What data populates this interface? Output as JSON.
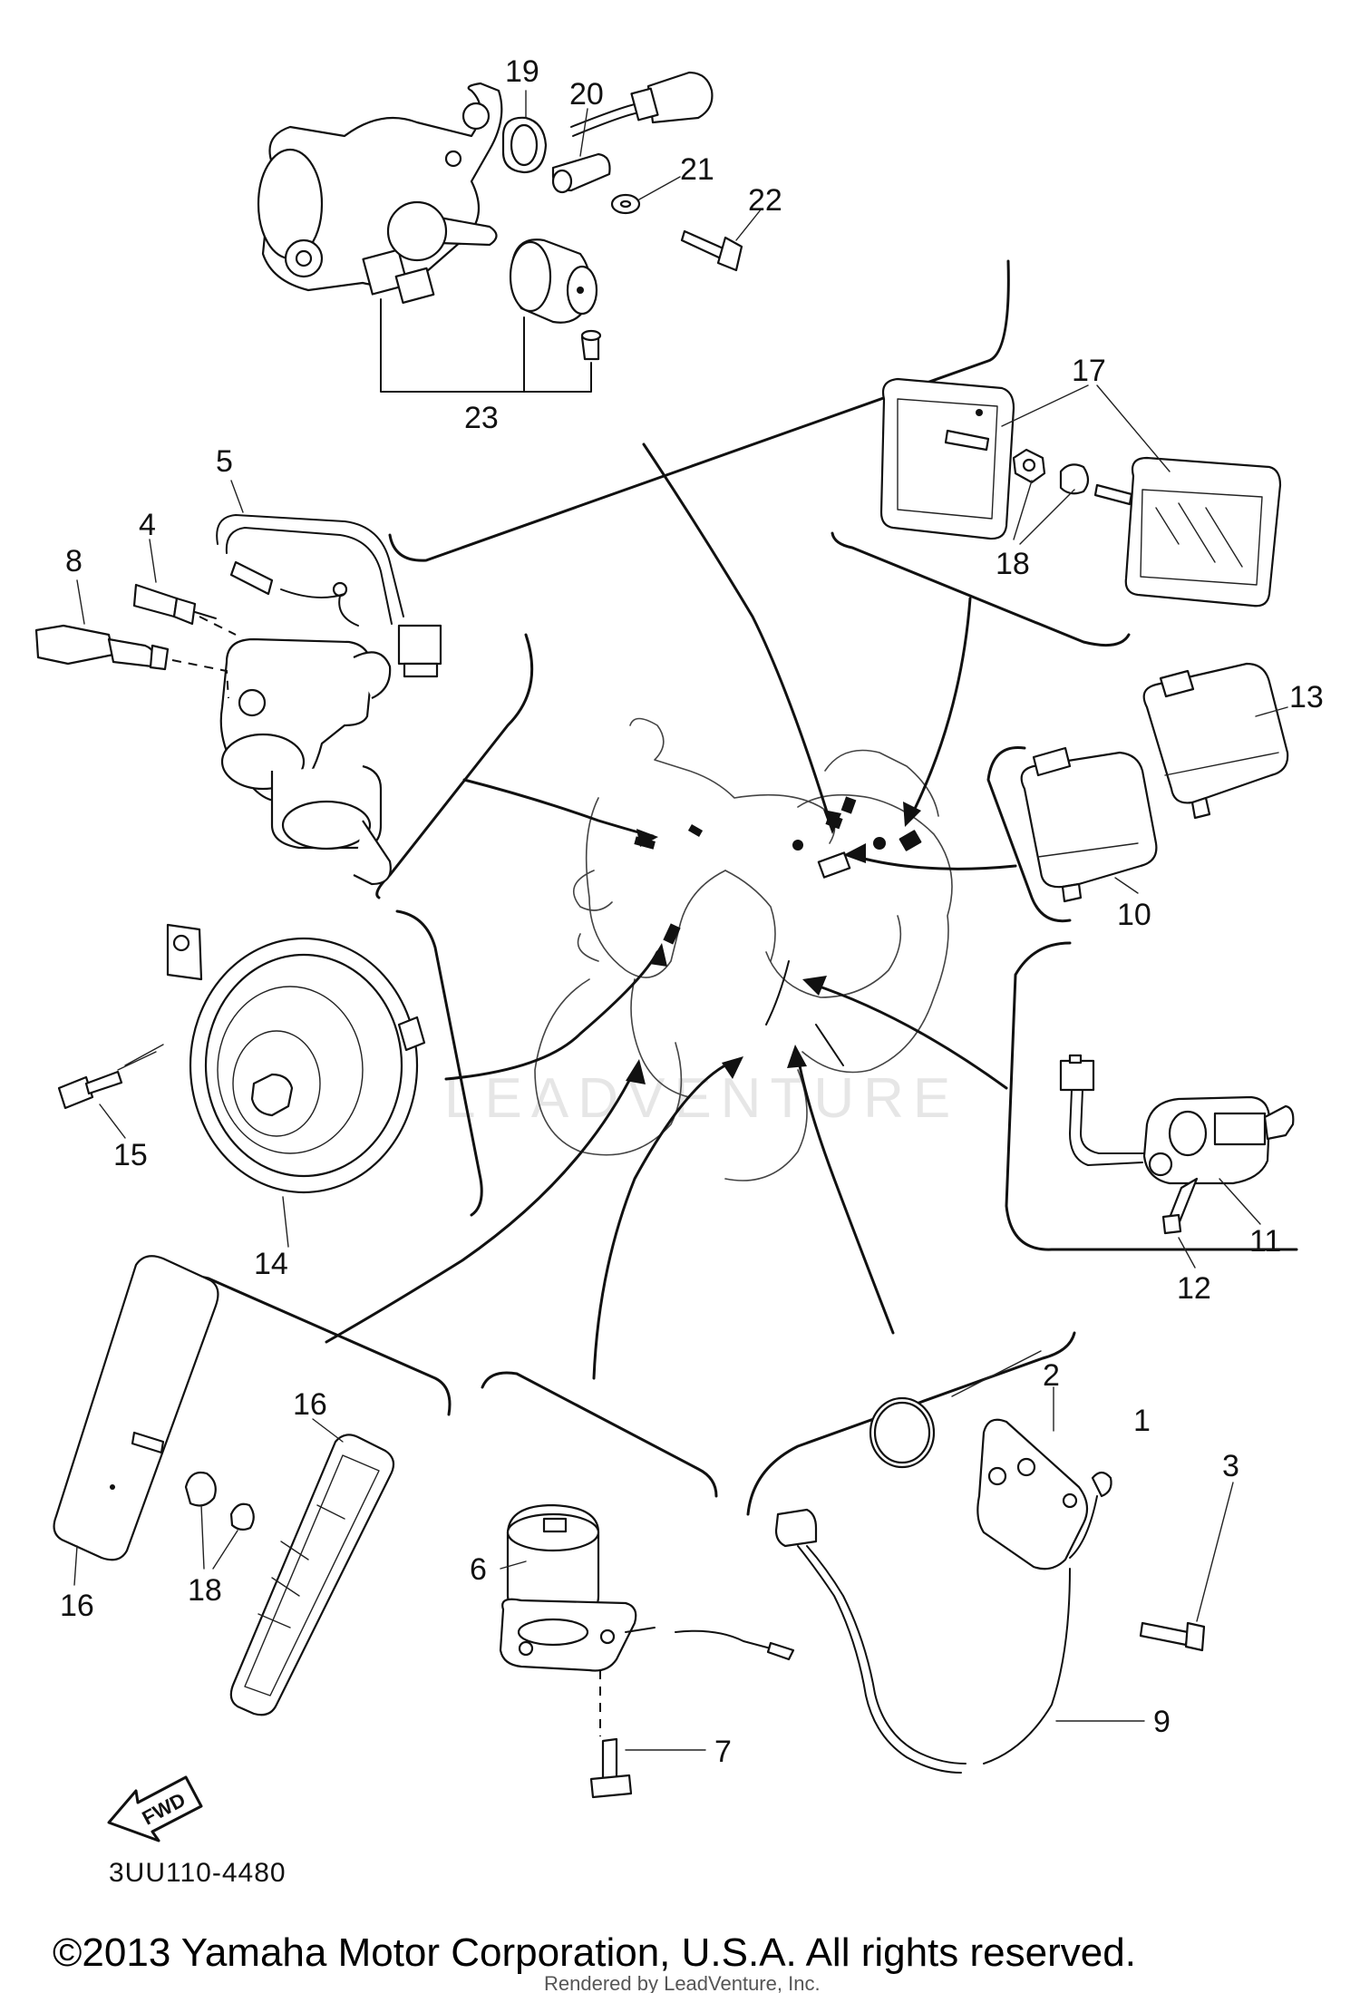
{
  "callouts": [
    "1",
    "2",
    "3",
    "4",
    "5",
    "6",
    "7",
    "8",
    "9",
    "10",
    "11",
    "12",
    "13",
    "14",
    "15",
    "16",
    "17",
    "18",
    "19",
    "20",
    "21",
    "22",
    "23"
  ],
  "direction_arrow": "FWD",
  "diagram_code": "3UU110-4480",
  "watermark": "LEADVENTURE",
  "copyright": "©2013 Yamaha Motor Corporation, U.S.A. All rights reserved.",
  "rendered_by": "Rendered by LeadVenture, Inc."
}
